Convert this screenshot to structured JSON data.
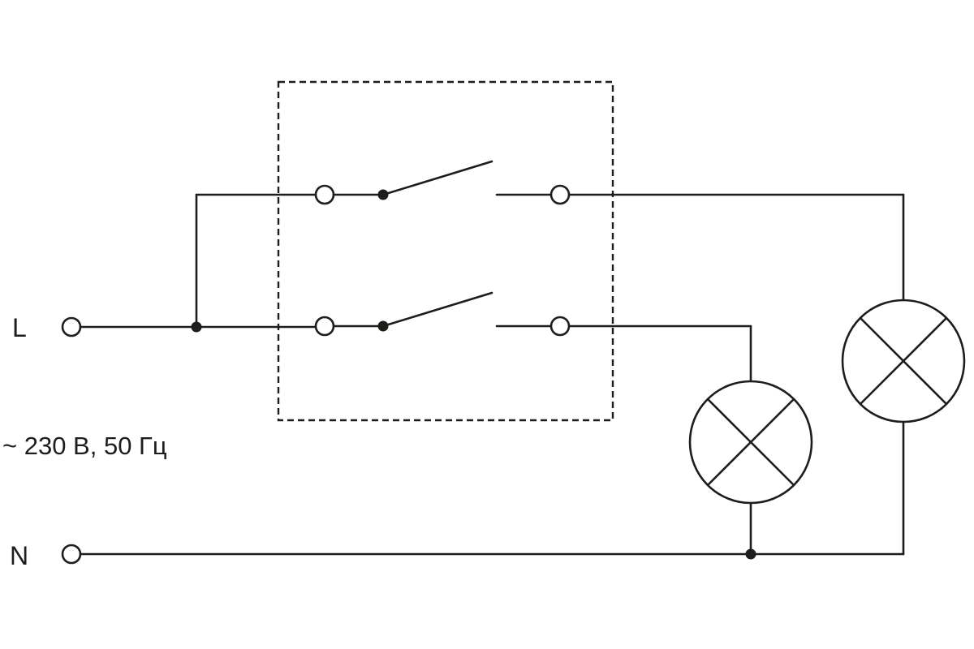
{
  "diagram": {
    "type": "electrical-wiring-diagram",
    "labels": {
      "line": "L",
      "neutral": "N",
      "voltage": "~ 230 В, 50 Гц"
    },
    "colors": {
      "stroke": "#1d1d1b",
      "background": "#ffffff"
    },
    "components": {
      "switch_enclosure": "dashed-box",
      "switches": 2,
      "lamps": 2,
      "terminals": 2
    }
  }
}
